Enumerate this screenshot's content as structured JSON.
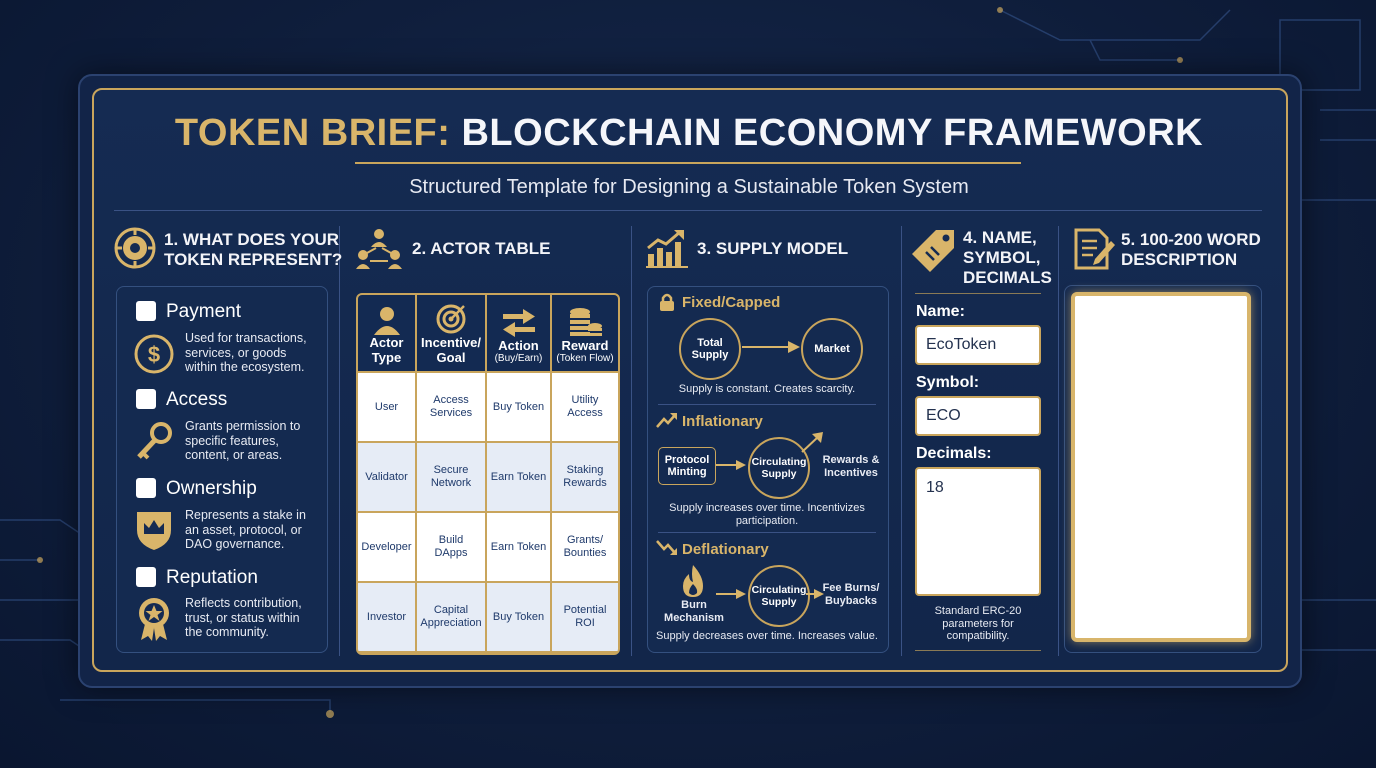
{
  "title": {
    "part1": "TOKEN BRIEF:",
    "part2": "BLOCKCHAIN ECONOMY FRAMEWORK"
  },
  "subtitle": "Structured Template for Designing a Sustainable Token System",
  "section1": {
    "title_line1": "1. WHAT DOES YOUR",
    "title_line2": "TOKEN REPRESENT?",
    "options": [
      {
        "label": "Payment",
        "desc1": "Used for transactions,",
        "desc2": "services, or goods",
        "desc3": "within the ecosystem.",
        "icon": "coin-icon"
      },
      {
        "label": "Access",
        "desc1": "Grants permission to",
        "desc2": "specific features,",
        "desc3": "content, or areas.",
        "icon": "key-icon"
      },
      {
        "label": "Ownership",
        "desc1": "Represents a stake in",
        "desc2": "an asset, protocol, or",
        "desc3": "DAO governance.",
        "icon": "crown-shield-icon"
      },
      {
        "label": "Reputation",
        "desc1": "Reflects contribution,",
        "desc2": "trust, or status within",
        "desc3": "the community.",
        "icon": "medal-icon"
      }
    ]
  },
  "section2": {
    "title": "2. ACTOR TABLE",
    "headers": [
      {
        "line1": "Actor",
        "line2": "Type",
        "sub": "",
        "icon": "user-icon"
      },
      {
        "line1": "Incentive/",
        "line2": "Goal",
        "sub": "",
        "icon": "target-icon"
      },
      {
        "line1": "Action",
        "line2": "",
        "sub": "(Buy/Earn)",
        "icon": "swap-arrows-icon"
      },
      {
        "line1": "Reward",
        "line2": "",
        "sub": "(Token Flow)",
        "icon": "coin-stack-icon"
      }
    ],
    "rows": [
      [
        {
          "a": "User",
          "b": ""
        },
        {
          "a": "Access",
          "b": "Services"
        },
        {
          "a": "Buy Token",
          "b": ""
        },
        {
          "a": "Utility",
          "b": "Access"
        }
      ],
      [
        {
          "a": "Validator",
          "b": ""
        },
        {
          "a": "Secure",
          "b": "Network"
        },
        {
          "a": "Earn Token",
          "b": ""
        },
        {
          "a": "Staking",
          "b": "Rewards"
        }
      ],
      [
        {
          "a": "Developer",
          "b": ""
        },
        {
          "a": "Build",
          "b": "DApps"
        },
        {
          "a": "Earn Token",
          "b": ""
        },
        {
          "a": "Grants/",
          "b": "Bounties"
        }
      ],
      [
        {
          "a": "Investor",
          "b": ""
        },
        {
          "a": "Capital",
          "b": "Appreciation"
        },
        {
          "a": "Buy Token",
          "b": ""
        },
        {
          "a": "Potential",
          "b": "ROI"
        }
      ]
    ]
  },
  "section3": {
    "title": "3. SUPPLY MODEL",
    "fixed": {
      "head": "Fixed/Capped",
      "c1a": "Total",
      "c1b": "Supply",
      "c2": "Market",
      "caption": "Supply is constant. Creates scarcity."
    },
    "inflationary": {
      "head": "Inflationary",
      "b1a": "Protocol",
      "b1b": "Minting",
      "c1a": "Circulating",
      "c1b": "Supply",
      "out1": "Rewards &",
      "out2": "Incentives",
      "cap1": "Supply increases over time. Incentivizes",
      "cap2": "participation."
    },
    "deflationary": {
      "head": "Deflationary",
      "burn1": "Burn",
      "burn2": "Mechanism",
      "c1a": "Circulating",
      "c1b": "Supply",
      "out1": "Fee Burns/",
      "out2": "Buybacks",
      "caption": "Supply decreases over time. Increases value."
    }
  },
  "section4": {
    "title_line1": "4. NAME,",
    "title_line2": "SYMBOL,",
    "title_line3": "DECIMALS",
    "name_label": "Name:",
    "name_value": "EcoToken",
    "symbol_label": "Symbol:",
    "symbol_value": "ECO",
    "decimals_label": "Decimals:",
    "decimals_value": "18",
    "note1": "Standard ERC-20",
    "note2": "parameters for",
    "note3": "compatibility."
  },
  "section5": {
    "title_line1": "5. 100-200 WORD",
    "title_line2": "DESCRIPTION"
  },
  "colors": {
    "gold": "#c9a55c",
    "navy": "#122448",
    "background": "#0f1e3c"
  }
}
